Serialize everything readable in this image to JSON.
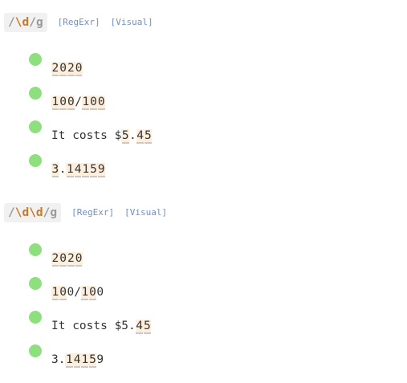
{
  "sections": [
    {
      "regex_parts": [
        "/",
        "\\d",
        "/",
        "g"
      ],
      "links": [
        "[RegExr]",
        "[Visual]"
      ],
      "items": [
        {
          "text": "2020",
          "matches": [
            [
              0,
              1
            ],
            [
              1,
              2
            ],
            [
              2,
              3
            ],
            [
              3,
              4
            ]
          ]
        },
        {
          "text": "100/100",
          "matches": [
            [
              0,
              1
            ],
            [
              1,
              2
            ],
            [
              2,
              3
            ],
            [
              4,
              5
            ],
            [
              5,
              6
            ],
            [
              6,
              7
            ]
          ]
        },
        {
          "text": "It costs $5.45",
          "matches": [
            [
              10,
              11
            ],
            [
              12,
              13
            ],
            [
              13,
              14
            ]
          ]
        },
        {
          "text": "3.14159",
          "matches": [
            [
              0,
              1
            ],
            [
              2,
              3
            ],
            [
              3,
              4
            ],
            [
              4,
              5
            ],
            [
              5,
              6
            ],
            [
              6,
              7
            ]
          ]
        }
      ]
    },
    {
      "regex_parts": [
        "/",
        "\\d",
        "\\d",
        "/",
        "g"
      ],
      "links": [
        "[RegExr]",
        "[Visual]"
      ],
      "items": [
        {
          "text": "2020",
          "matches": [
            [
              0,
              2
            ],
            [
              2,
              4
            ]
          ]
        },
        {
          "text": "100/100",
          "matches": [
            [
              0,
              2
            ],
            [
              4,
              6
            ]
          ]
        },
        {
          "text": "It costs $5.45",
          "matches": [
            [
              12,
              14
            ]
          ]
        },
        {
          "text": "3.14159",
          "matches": [
            [
              2,
              4
            ],
            [
              4,
              6
            ]
          ]
        }
      ]
    }
  ],
  "colors": {
    "match_bg": "#fdefdc",
    "match_underline": "#c9c9c9",
    "bullet": "#8ee07f",
    "link": "#6f8fc8",
    "regex_token": "#c8782a",
    "regex_plain": "#9a9a9a"
  }
}
